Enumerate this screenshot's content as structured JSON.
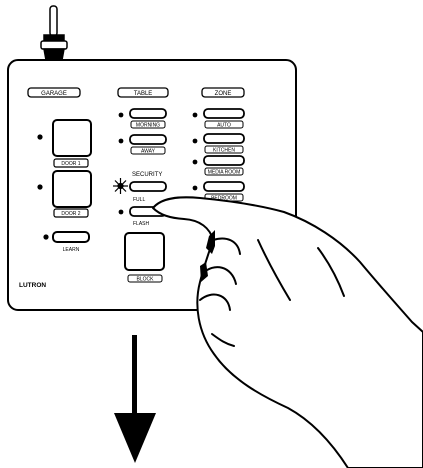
{
  "panel": {
    "brand": "LUTRON",
    "column_headers": [
      "GARAGE",
      "TABLE",
      "ZONE"
    ],
    "garage": {
      "door1": "DOOR 1",
      "door2": "DOOR 2",
      "learn": "LEARN"
    },
    "middle": {
      "top1": "MORNING",
      "top2": "AWAY",
      "security": "SECURITY",
      "full": "FULL",
      "flash": "FLASH",
      "square": "BLOCK"
    },
    "right": {
      "r1": "AUTO",
      "r2": "KITCHEN",
      "r3": "MEDIA ROOM",
      "r4": "BEDROOM"
    }
  },
  "colors": {
    "line": "#000000",
    "background": "#ffffff"
  },
  "icons": [
    "antenna-icon",
    "hand-icon",
    "arrow-down-icon",
    "led-flash-icon"
  ]
}
